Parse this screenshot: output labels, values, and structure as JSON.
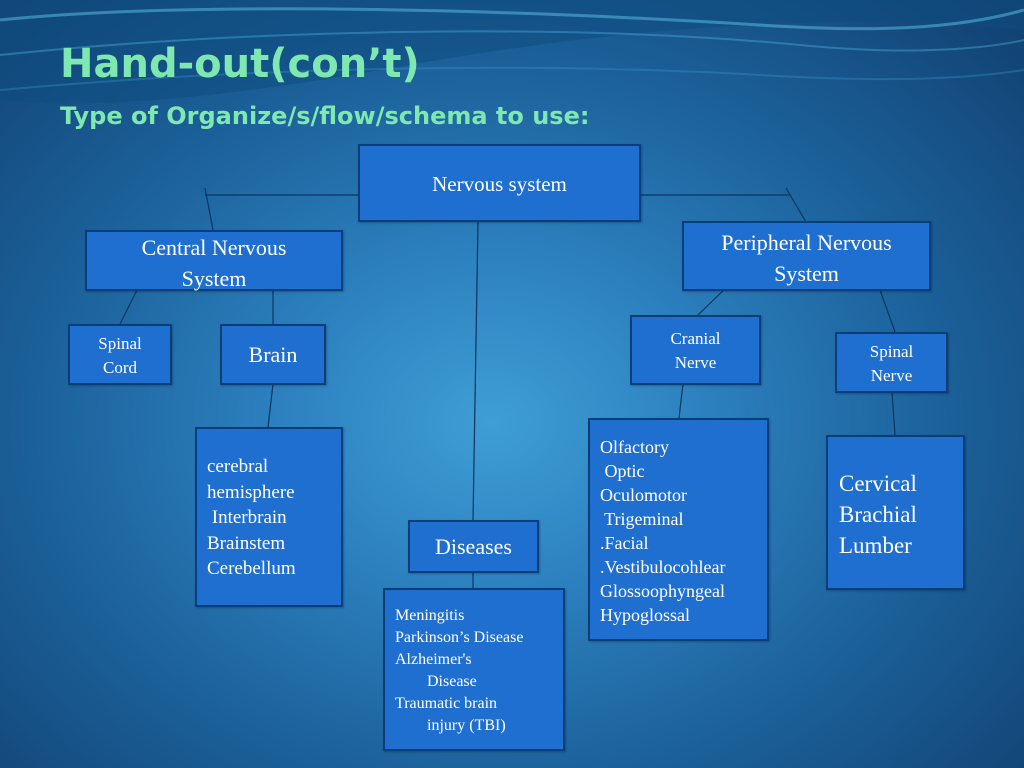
{
  "slide": {
    "title": "Hand-out(con’t)",
    "subtitle": "Type of Organize/s/flow/schema to use:"
  },
  "nodes": {
    "nervous_system": "Nervous system",
    "central": "Central Nervous System",
    "peripheral": "Peripheral Nervous System",
    "spinal_cord": "Spinal Cord",
    "brain": "Brain",
    "cranial_nerve": "Cranial Nerve",
    "spinal_nerve": "Spinal Nerve",
    "diseases": "Diseases",
    "brain_parts": [
      "cerebral",
      "hemisphere",
      " Interbrain",
      "Brainstem",
      "Cerebellum"
    ],
    "cranial_list": [
      "Olfactory",
      " Optic",
      "Oculomotor",
      " Trigeminal",
      ".Facial",
      ".Vestibulocohlear",
      "Glossoophyngeal",
      "Hypoglossal"
    ],
    "spinal_list": [
      "Cervical",
      "Brachial",
      "Lumber"
    ],
    "disease_list": [
      "Meningitis",
      "Parkinson’s Disease",
      "Alzheimer's",
      "        Disease",
      "Traumatic brain",
      "        injury (TBI)"
    ]
  },
  "colors": {
    "background": "#2b7fbd",
    "box_fill": "#1f6fd0",
    "box_border": "#0a3e78",
    "title": "#7fe8b0",
    "connector": "#0c3560"
  }
}
